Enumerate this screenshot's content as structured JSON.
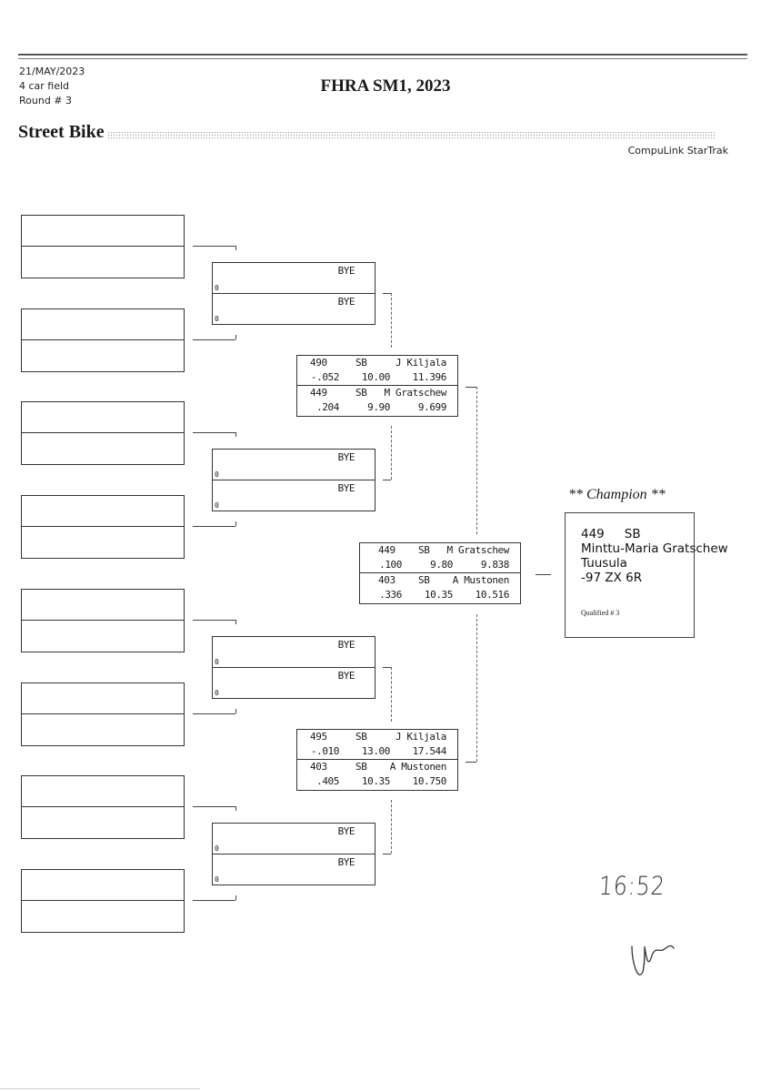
{
  "header": {
    "date": "21/MAY/2023",
    "field": "4 car field",
    "round": "Round # 3",
    "event_title": "FHRA SM1, 2023",
    "class_name": "Street Bike",
    "software": "CompuLink StarTrak"
  },
  "round1": {
    "boxes": [
      {
        "top": "",
        "bottom": ""
      },
      {
        "top": "",
        "bottom": ""
      },
      {
        "top": "",
        "bottom": ""
      },
      {
        "top": "",
        "bottom": ""
      },
      {
        "top": "",
        "bottom": ""
      },
      {
        "top": "",
        "bottom": ""
      },
      {
        "top": "",
        "bottom": ""
      },
      {
        "top": "",
        "bottom": ""
      }
    ]
  },
  "round2": {
    "pairs": [
      {
        "top": {
          "label": "BYE",
          "value": "0"
        },
        "bottom": {
          "label": "BYE",
          "value": "0"
        }
      },
      {
        "top": {
          "label": "BYE",
          "value": "0"
        },
        "bottom": {
          "label": "BYE",
          "value": "0"
        }
      },
      {
        "top": {
          "label": "BYE",
          "value": "0"
        },
        "bottom": {
          "label": "BYE",
          "value": "0"
        }
      },
      {
        "top": {
          "label": "BYE",
          "value": "0"
        },
        "bottom": {
          "label": "BYE",
          "value": "0"
        }
      }
    ]
  },
  "semifinals": [
    {
      "top": {
        "number": "490",
        "class": "SB",
        "name": "J Kiljala",
        "reaction": "-.052",
        "dial": "10.00",
        "et": "11.396"
      },
      "bottom": {
        "number": "449",
        "class": "SB",
        "name": "M Gratschew",
        "reaction": ".204",
        "dial": "9.90",
        "et": "9.699"
      }
    },
    {
      "top": {
        "number": "495",
        "class": "SB",
        "name": "J Kiljala",
        "reaction": "-.010",
        "dial": "13.00",
        "et": "17.544"
      },
      "bottom": {
        "number": "403",
        "class": "SB",
        "name": "A Mustonen",
        "reaction": ".405",
        "dial": "10.35",
        "et": "10.750"
      }
    }
  ],
  "final": {
    "top": {
      "number": "449",
      "class": "SB",
      "name": "M Gratschew",
      "reaction": ".100",
      "dial": "9.80",
      "et": "9.838"
    },
    "bottom": {
      "number": "403",
      "class": "SB",
      "name": "A Mustonen",
      "reaction": ".336",
      "dial": "10.35",
      "et": "10.516"
    }
  },
  "champion": {
    "label": "** Champion **",
    "number": "449",
    "class": "SB",
    "name": "Minttu-Maria Gratschew",
    "city": "Tuusula",
    "vehicle": "-97 ZX 6R",
    "qualified": "Qualified # 3"
  },
  "handwriting": {
    "time": "16:52",
    "signature": "Ur"
  }
}
